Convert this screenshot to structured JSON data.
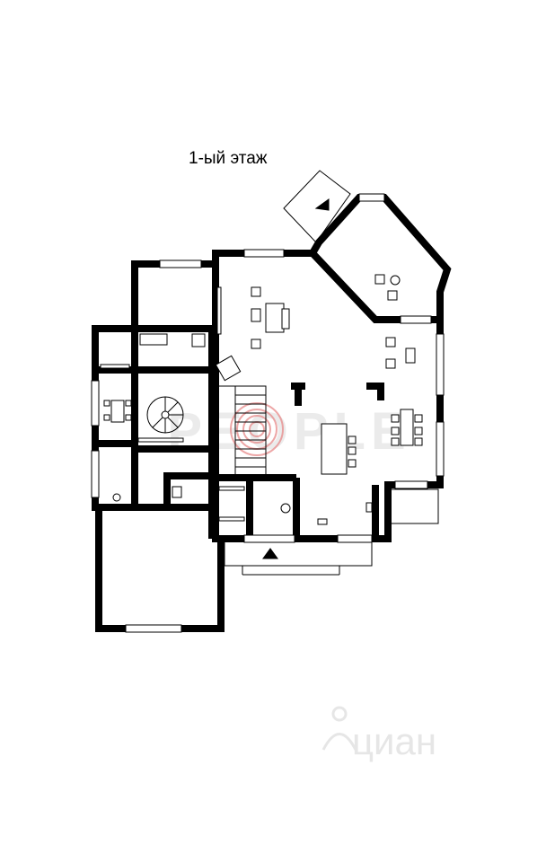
{
  "plan": {
    "title": "1-ый этаж"
  },
  "watermarks": {
    "agency_text": "PEOPLE",
    "portal_text": "циан"
  },
  "colors": {
    "wall": "#000000",
    "background": "#ffffff",
    "agency_watermark": "#e88a8a",
    "portal_watermark": "#e6e6e6"
  }
}
